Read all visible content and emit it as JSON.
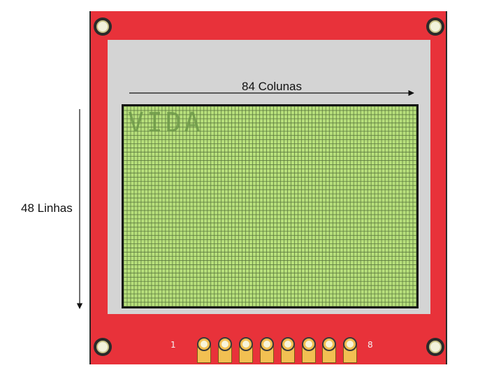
{
  "diagram": {
    "lcd_text": "VIDA",
    "columns_label": "84 Colunas",
    "rows_label": "48 Linhas",
    "pin_label_first": "1",
    "pin_label_last": "8",
    "pin_count": 8,
    "grid_columns": 84,
    "grid_rows": 48,
    "colors": {
      "pcb": "#e8323a",
      "bezel": "#d4d4d4",
      "screen": "#b8e07c",
      "grid": "#3f5a2c",
      "pin": "#f2c052"
    }
  }
}
